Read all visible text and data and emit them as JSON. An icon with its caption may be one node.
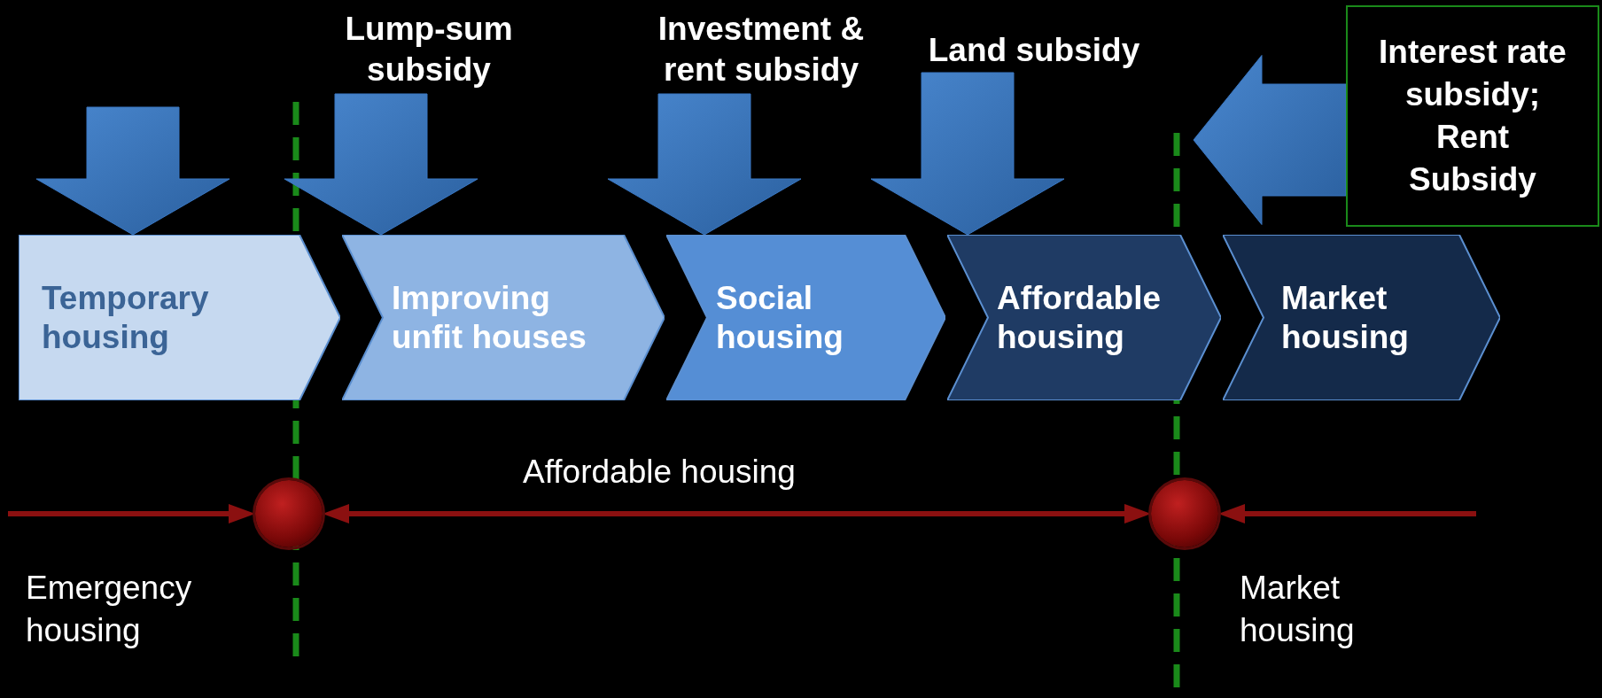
{
  "diagram": {
    "nodes": [
      {
        "text": [
          "Temporary housing"
        ]
      },
      {
        "text": [
          "Improving unfit houses"
        ]
      },
      {
        "text": [
          "Social housing"
        ]
      },
      {
        "text": [
          "Affordable housing"
        ]
      },
      {
        "text": [
          "Market housing"
        ]
      },
      {
        "text": [
          "Lump-sum subsidy"
        ]
      },
      {
        "text": [
          "Investment & rent subsidy"
        ]
      },
      {
        "text": [
          "Land subsidy"
        ]
      },
      {
        "text": [
          "Interest rate subsidy; Rent Subsidy"
        ]
      },
      {
        "text": [],
        "shape": "circle"
      },
      {
        "text": [],
        "shape": "circle"
      }
    ],
    "edges": [
      {
        "from": null,
        "to": 0,
        "arrow": "to",
        "style": "thick"
      },
      {
        "from": 5,
        "to": 1,
        "arrow": "to",
        "style": "thick"
      },
      {
        "from": 6,
        "to": 2,
        "arrow": "to",
        "style": "thick"
      },
      {
        "from": 7,
        "to": 3,
        "arrow": "to",
        "style": "thick"
      },
      {
        "from": 8,
        "to": null,
        "arrow": "to",
        "style": "thick"
      },
      {
        "from": null,
        "to": 9,
        "arrow": "to",
        "color": "#8b1010"
      },
      {
        "from": 9,
        "to": 10,
        "arrow": "both",
        "label": "Affordable housing",
        "color": "#8b1010"
      },
      {
        "from": null,
        "to": 10,
        "arrow": "to",
        "color": "#8b1010"
      }
    ],
    "labels": [
      "Emergency housing",
      "Market housing"
    ]
  }
}
